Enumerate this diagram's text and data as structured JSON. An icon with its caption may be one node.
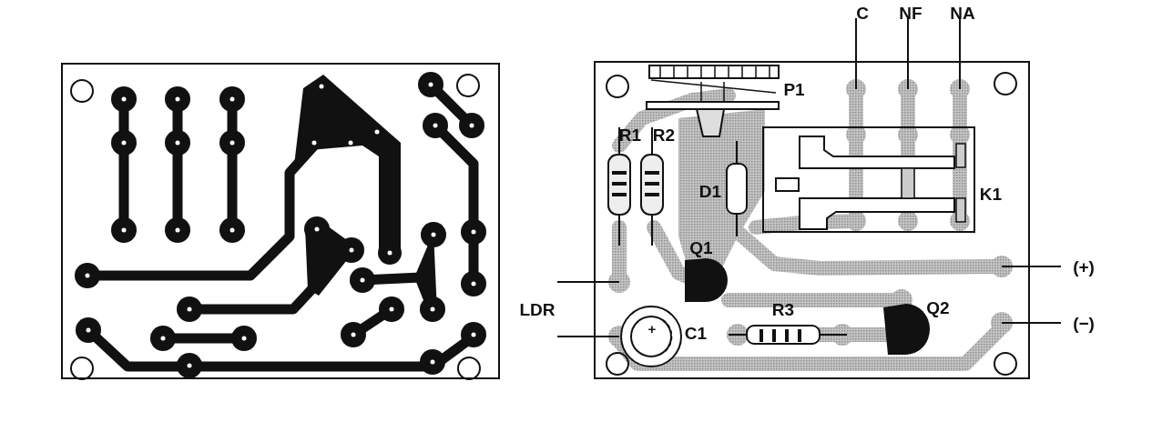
{
  "diagram": {
    "labels": [
      "C",
      "NF",
      "NA",
      "P1",
      "R1",
      "R2",
      "D1",
      "K1",
      "Q1",
      "LDR",
      "(+)",
      "+",
      "C1",
      "R3",
      "Q2",
      "(−)"
    ]
  }
}
